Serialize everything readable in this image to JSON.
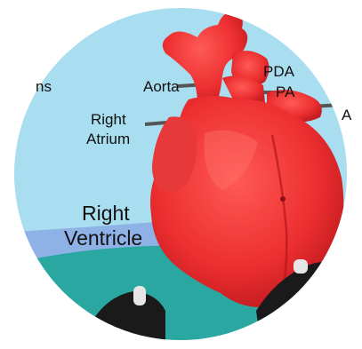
{
  "labels": {
    "left_cut": "ns",
    "aorta": "Aorta",
    "pda": "PDA",
    "pa": "PA",
    "right_cut": "A",
    "right_atrium_line1": "Right",
    "right_atrium_line2": "Atrium",
    "right_ventricle_line1": "Right",
    "right_ventricle_line2": "Ventricle"
  },
  "colors": {
    "sky": "#a9ddf0",
    "horizon_band": "#8fb2e6",
    "teal_floor": "#2aa7a0",
    "heart_red": "#f03a3a",
    "controller": "#1a1a1a"
  }
}
